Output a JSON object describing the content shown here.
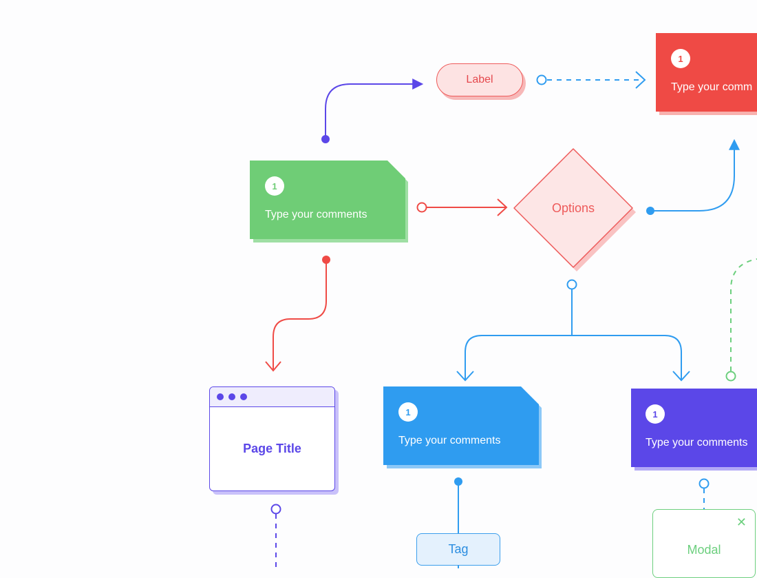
{
  "colors": {
    "green": "#6fcd76",
    "red": "#ef4a45",
    "blue": "#2f9cf0",
    "purple": "#5b47e8",
    "pink": "#fde3e3",
    "modal_green": "#6ccf7e"
  },
  "nodes": {
    "label": {
      "text": "Label"
    },
    "options": {
      "text": "Options"
    },
    "green_card": {
      "badge": "1",
      "text": "Type your comments"
    },
    "red_card": {
      "badge": "1",
      "text": "Type your comm"
    },
    "blue_card": {
      "badge": "1",
      "text": "Type your comments"
    },
    "purple_card": {
      "badge": "1",
      "text": "Type your comments"
    },
    "page_window": {
      "title": "Page Title"
    },
    "tag": {
      "text": "Tag"
    },
    "modal": {
      "title": "Modal",
      "close_icon": "close-icon"
    }
  }
}
